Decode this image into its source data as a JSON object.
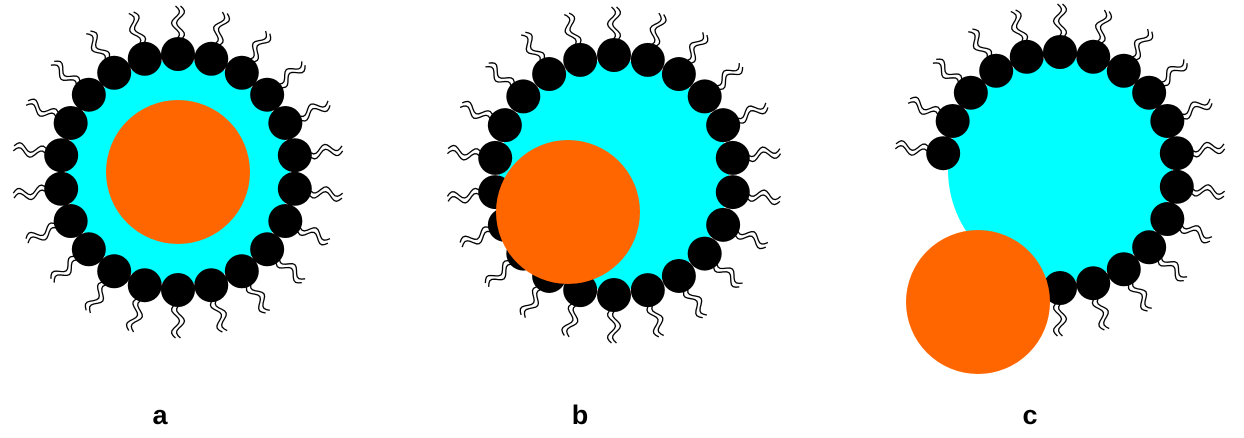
{
  "colors": {
    "core": "#00ffff",
    "particle": "#ff6600",
    "head": "#000000",
    "tail": "#000000",
    "background": "#ffffff"
  },
  "panels": [
    {
      "label": "a",
      "state": "particle fully inside micelle"
    },
    {
      "label": "b",
      "state": "particle partially crossing boundary"
    },
    {
      "label": "c",
      "state": "particle leaving micelle"
    }
  ],
  "icons": [
    "surfactant-head-icon",
    "surfactant-tail-icon"
  ]
}
